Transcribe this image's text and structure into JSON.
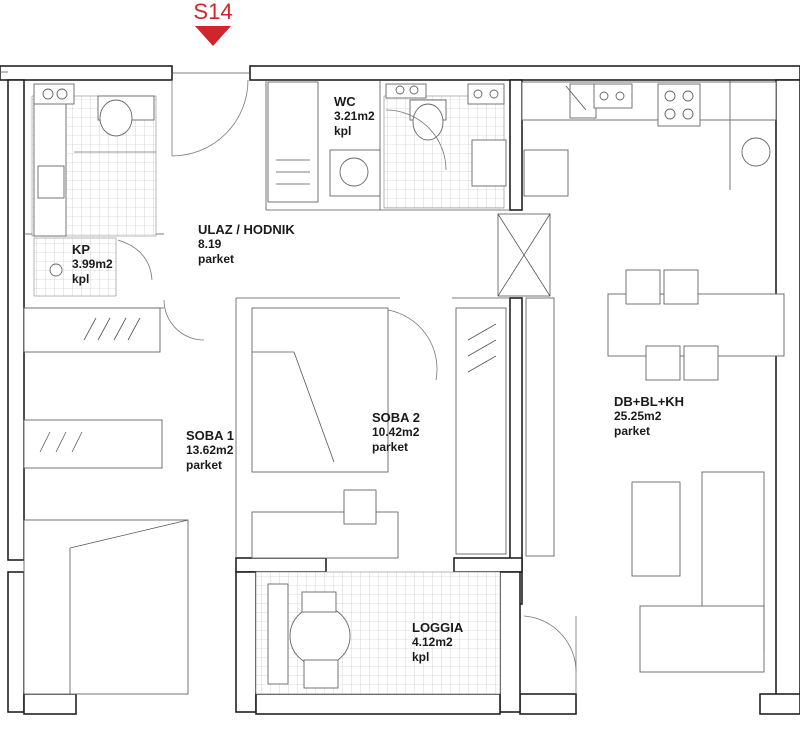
{
  "section_marker": "S14",
  "marker_color": "#d0262b",
  "rooms": [
    {
      "key": "kp",
      "name": "KP",
      "area": "3.99m2",
      "floor": "kpl"
    },
    {
      "key": "wc",
      "name": "WC",
      "area": "3.21m2",
      "floor": "kpl"
    },
    {
      "key": "hall",
      "name": "ULAZ / HODNIK",
      "area": "8.19",
      "floor": "parket"
    },
    {
      "key": "soba1",
      "name": "SOBA 1",
      "area": "13.62m2",
      "floor": "parket"
    },
    {
      "key": "soba2",
      "name": "SOBA 2",
      "area": "10.42m2",
      "floor": "parket"
    },
    {
      "key": "living",
      "name": "DB+BL+KH",
      "area": "25.25m2",
      "floor": "parket"
    },
    {
      "key": "loggia",
      "name": "LOGGIA",
      "area": "4.12m2",
      "floor": "kpl"
    }
  ]
}
